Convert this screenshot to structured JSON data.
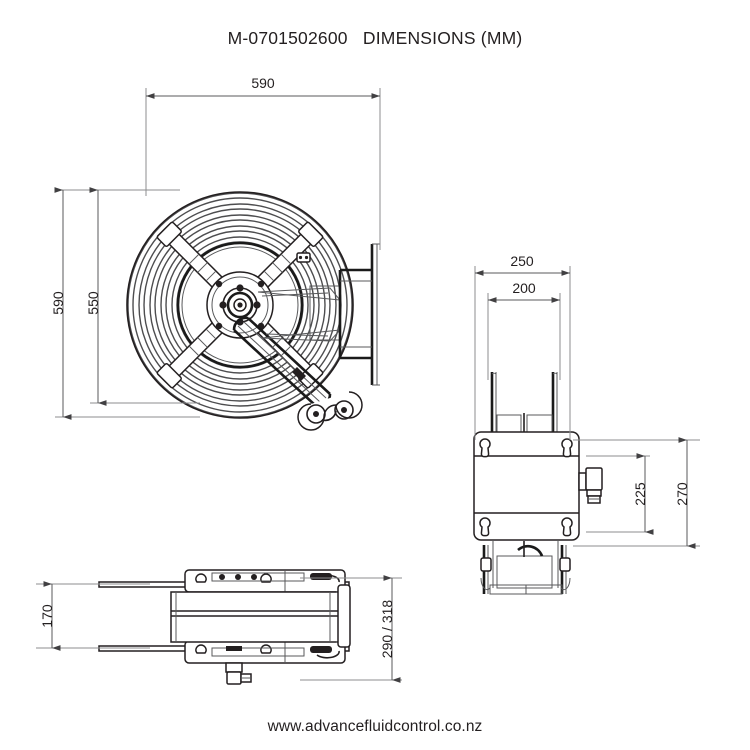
{
  "page": {
    "title": "M-0701502600   DIMENSIONS (MM)",
    "part_number": "M-0701502600",
    "title_suffix": "DIMENSIONS (MM)",
    "footer_url": "www.advancefluidcontrol.co.nz",
    "background_color": "#ffffff",
    "line_color": "#231f20",
    "dimension_color": "#58595b",
    "text_color": "#231f20",
    "units": "MM"
  },
  "views": {
    "front": {
      "name": "front-elevation-hose-reel",
      "description": "Front view of hose reel showing coiled hose, spoked hub and mounting bracket"
    },
    "side": {
      "name": "side-elevation-hose-reel",
      "description": "Side view showing mounting plate with keyhole slots and inlet fitting"
    },
    "plan": {
      "name": "plan-view-hose-reel",
      "description": "Top plan view showing drum, bracket and outlet fitting"
    }
  },
  "dimensions": {
    "front_width": {
      "value": "590",
      "orientation": "horizontal",
      "view": "front"
    },
    "front_height_outer": {
      "value": "590",
      "orientation": "vertical",
      "view": "front"
    },
    "front_height_inner": {
      "value": "550",
      "orientation": "vertical",
      "view": "front"
    },
    "side_width_outer": {
      "value": "250",
      "orientation": "horizontal",
      "view": "side"
    },
    "side_width_inner": {
      "value": "200",
      "orientation": "horizontal",
      "view": "side"
    },
    "side_height_inner": {
      "value": "225",
      "orientation": "vertical",
      "view": "side"
    },
    "side_height_outer": {
      "value": "270",
      "orientation": "vertical",
      "view": "side"
    },
    "plan_height": {
      "value": "170",
      "orientation": "vertical",
      "view": "plan"
    },
    "plan_depth": {
      "value": "290 / 318",
      "orientation": "vertical",
      "view": "plan"
    }
  }
}
